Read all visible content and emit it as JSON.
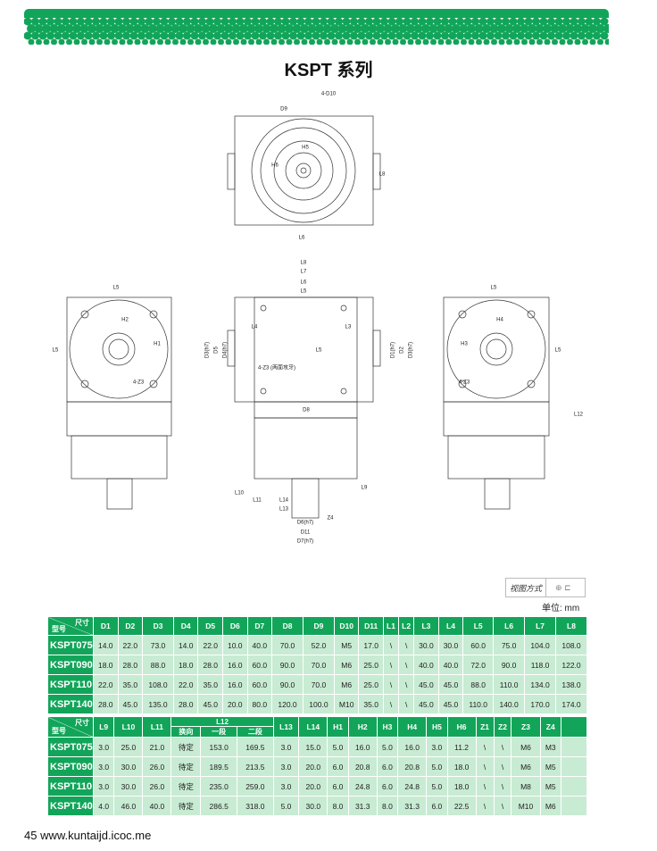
{
  "title": "KSPT 系列",
  "drawing_labels": {
    "top": [
      "4-D10",
      "D9",
      "H5",
      "H6",
      "L8",
      "L6"
    ],
    "left": [
      "L5",
      "H2",
      "H1",
      "L5",
      "4-Z3"
    ],
    "middle": [
      "L8",
      "L7",
      "L6",
      "L5",
      "L4",
      "L3",
      "D3(h7)",
      "D5",
      "D4(h7)",
      "D1(h7)",
      "D2",
      "D3(h7)",
      "4-Z3 (两面攻牙)",
      "L5",
      "D8",
      "L10",
      "L11",
      "L14",
      "L13",
      "L9",
      "D6(h7)",
      "Z4",
      "D11",
      "D7(h7)"
    ],
    "right": [
      "L5",
      "H4",
      "H3",
      "L5",
      "4-Z3",
      "L12"
    ]
  },
  "view_mode_label": "视图方式",
  "unit_label": "单位:  mm",
  "table1": {
    "corner_top": "尺寸",
    "corner_bottom": "型号",
    "headers": [
      "D1",
      "D2",
      "D3",
      "D4",
      "D5",
      "D6",
      "D7",
      "D8",
      "D9",
      "D10",
      "D11",
      "L1",
      "L2",
      "L3",
      "L4",
      "L5",
      "L6",
      "L7",
      "L8"
    ],
    "rows": [
      {
        "model": "KSPT075",
        "values": [
          "14.0",
          "22.0",
          "73.0",
          "14.0",
          "22.0",
          "10.0",
          "40.0",
          "70.0",
          "52.0",
          "M5",
          "17.0",
          "\\",
          "\\",
          "30.0",
          "30.0",
          "60.0",
          "75.0",
          "104.0",
          "108.0"
        ]
      },
      {
        "model": "KSPT090",
        "values": [
          "18.0",
          "28.0",
          "88.0",
          "18.0",
          "28.0",
          "16.0",
          "60.0",
          "90.0",
          "70.0",
          "M6",
          "25.0",
          "\\",
          "\\",
          "40.0",
          "40.0",
          "72.0",
          "90.0",
          "118.0",
          "122.0"
        ]
      },
      {
        "model": "KSPT110",
        "values": [
          "22.0",
          "35.0",
          "108.0",
          "22.0",
          "35.0",
          "16.0",
          "60.0",
          "90.0",
          "70.0",
          "M6",
          "25.0",
          "\\",
          "\\",
          "45.0",
          "45.0",
          "88.0",
          "110.0",
          "134.0",
          "138.0"
        ]
      },
      {
        "model": "KSPT140",
        "values": [
          "28.0",
          "45.0",
          "135.0",
          "28.0",
          "45.0",
          "20.0",
          "80.0",
          "120.0",
          "100.0",
          "M10",
          "35.0",
          "\\",
          "\\",
          "45.0",
          "45.0",
          "110.0",
          "140.0",
          "170.0",
          "174.0"
        ]
      }
    ]
  },
  "table2": {
    "corner_top": "尺寸",
    "corner_bottom": "型号",
    "headers_before": [
      "L9",
      "L10",
      "L11"
    ],
    "group": {
      "label": "L12",
      "subs": [
        "换向",
        "一段",
        "二段"
      ]
    },
    "headers_after": [
      "L13",
      "L14",
      "H1",
      "H2",
      "H3",
      "H4",
      "H5",
      "H6",
      "Z1",
      "Z2",
      "Z3",
      "Z4"
    ],
    "rows": [
      {
        "model": "KSPT075",
        "values": [
          "3.0",
          "25.0",
          "21.0",
          "待定",
          "153.0",
          "169.5",
          "3.0",
          "15.0",
          "5.0",
          "16.0",
          "5.0",
          "16.0",
          "3.0",
          "11.2",
          "\\",
          "\\",
          "M6",
          "M3"
        ]
      },
      {
        "model": "KSPT090",
        "values": [
          "3.0",
          "30.0",
          "26.0",
          "待定",
          "189.5",
          "213.5",
          "3.0",
          "20.0",
          "6.0",
          "20.8",
          "6.0",
          "20.8",
          "5.0",
          "18.0",
          "\\",
          "\\",
          "M6",
          "M5"
        ]
      },
      {
        "model": "KSPT110",
        "values": [
          "3.0",
          "30.0",
          "26.0",
          "待定",
          "235.0",
          "259.0",
          "3.0",
          "20.0",
          "6.0",
          "24.8",
          "6.0",
          "24.8",
          "5.0",
          "18.0",
          "\\",
          "\\",
          "M8",
          "M5"
        ]
      },
      {
        "model": "KSPT140",
        "values": [
          "4.0",
          "46.0",
          "40.0",
          "待定",
          "286.5",
          "318.0",
          "5.0",
          "30.0",
          "8.0",
          "31.3",
          "8.0",
          "31.3",
          "6.0",
          "22.5",
          "\\",
          "\\",
          "M10",
          "M6"
        ]
      }
    ]
  },
  "footer": "45  www.kuntaijd.icoc.me",
  "colors": {
    "accent": "#12a55a",
    "cell": "#c8ebd3"
  }
}
